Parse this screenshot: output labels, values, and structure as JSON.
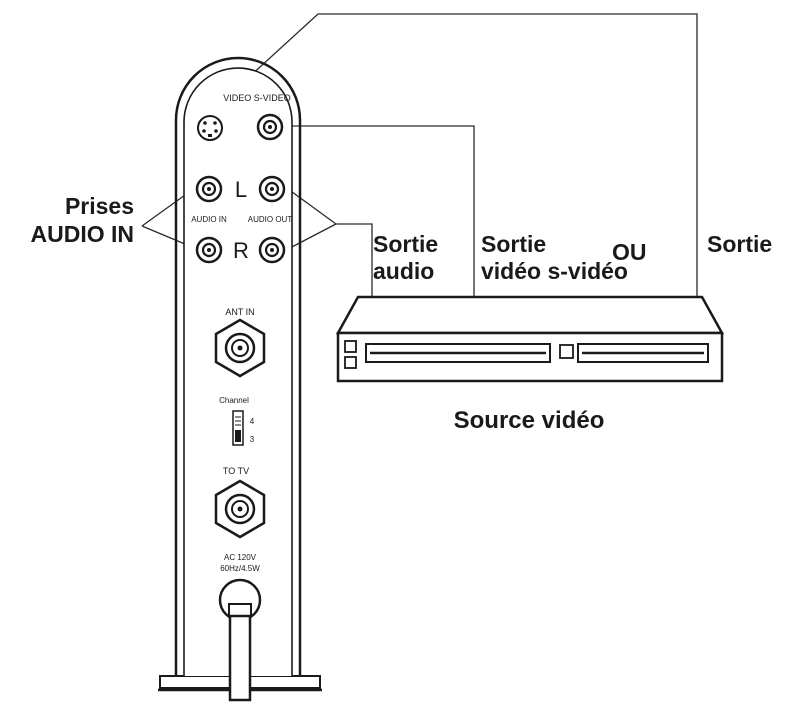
{
  "labels": {
    "audio_in_jacks": {
      "line1": "Prises",
      "line2": "AUDIO IN"
    },
    "audio_out_line1": "Sortie",
    "audio_out_line2": "audio",
    "video_out_line1": "Sortie",
    "video_out_line2": "vidéo s-vidéo",
    "or_word": "OU",
    "svideo_out": "Sortie",
    "source": "Source vidéo"
  },
  "device": {
    "video_svideo": "VIDEO S-VIDEO",
    "left": "L",
    "right": "R",
    "audio_in": "AUDIO IN",
    "audio_out": "AUDIO OUT",
    "ant_in": "ANT IN",
    "channel": "Channel",
    "channel_4": "4",
    "channel_3": "3",
    "to_tv": "TO TV",
    "power_line1": "AC 120V",
    "power_line2": "60Hz/4.5W"
  }
}
